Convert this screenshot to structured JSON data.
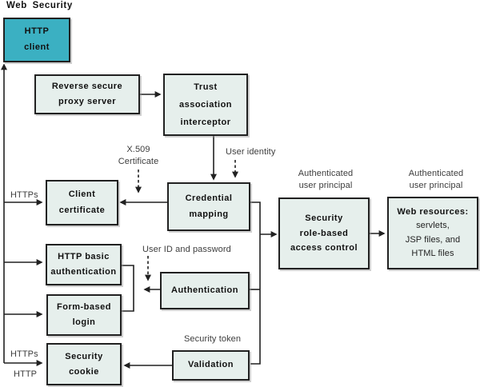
{
  "title": "Web Security",
  "colors": {
    "http_client_fill": "#3bb0c2",
    "node_fill": "#e6efec",
    "border_and_lines": "#212121",
    "label_text": "#3d3d3d",
    "background": "#ffffff"
  },
  "nodes": {
    "http_client": "HTTP\nclient",
    "reverse_proxy": "Reverse secure\nproxy server",
    "trust_interceptor": "Trust\nassociation\ninterceptor",
    "credential_mapping": "Credential\nmapping",
    "client_certificate": "Client\ncertificate",
    "http_basic_auth": "HTTP basic\nauthentication",
    "form_based_login": "Form-based\nlogin",
    "security_cookie": "Security\ncookie",
    "authentication": "Authentication",
    "validation": "Validation",
    "access_control": "Security\nrole-based\naccess control",
    "web_resources_title": "Web resources:",
    "web_resources_items": "servlets,\nJSP files, and\nHTML files"
  },
  "labels": {
    "x509_certificate": "X.509\nCertificate",
    "user_identity": "User identity",
    "user_id_password": "User ID and password",
    "security_token": "Security token",
    "authenticated_user_principal_left": "Authenticated\nuser principal",
    "authenticated_user_principal_right": "Authenticated\nuser principal",
    "https_client_cert": "HTTPs",
    "https_cookie": "HTTPs",
    "http_cookie": "HTTP"
  }
}
